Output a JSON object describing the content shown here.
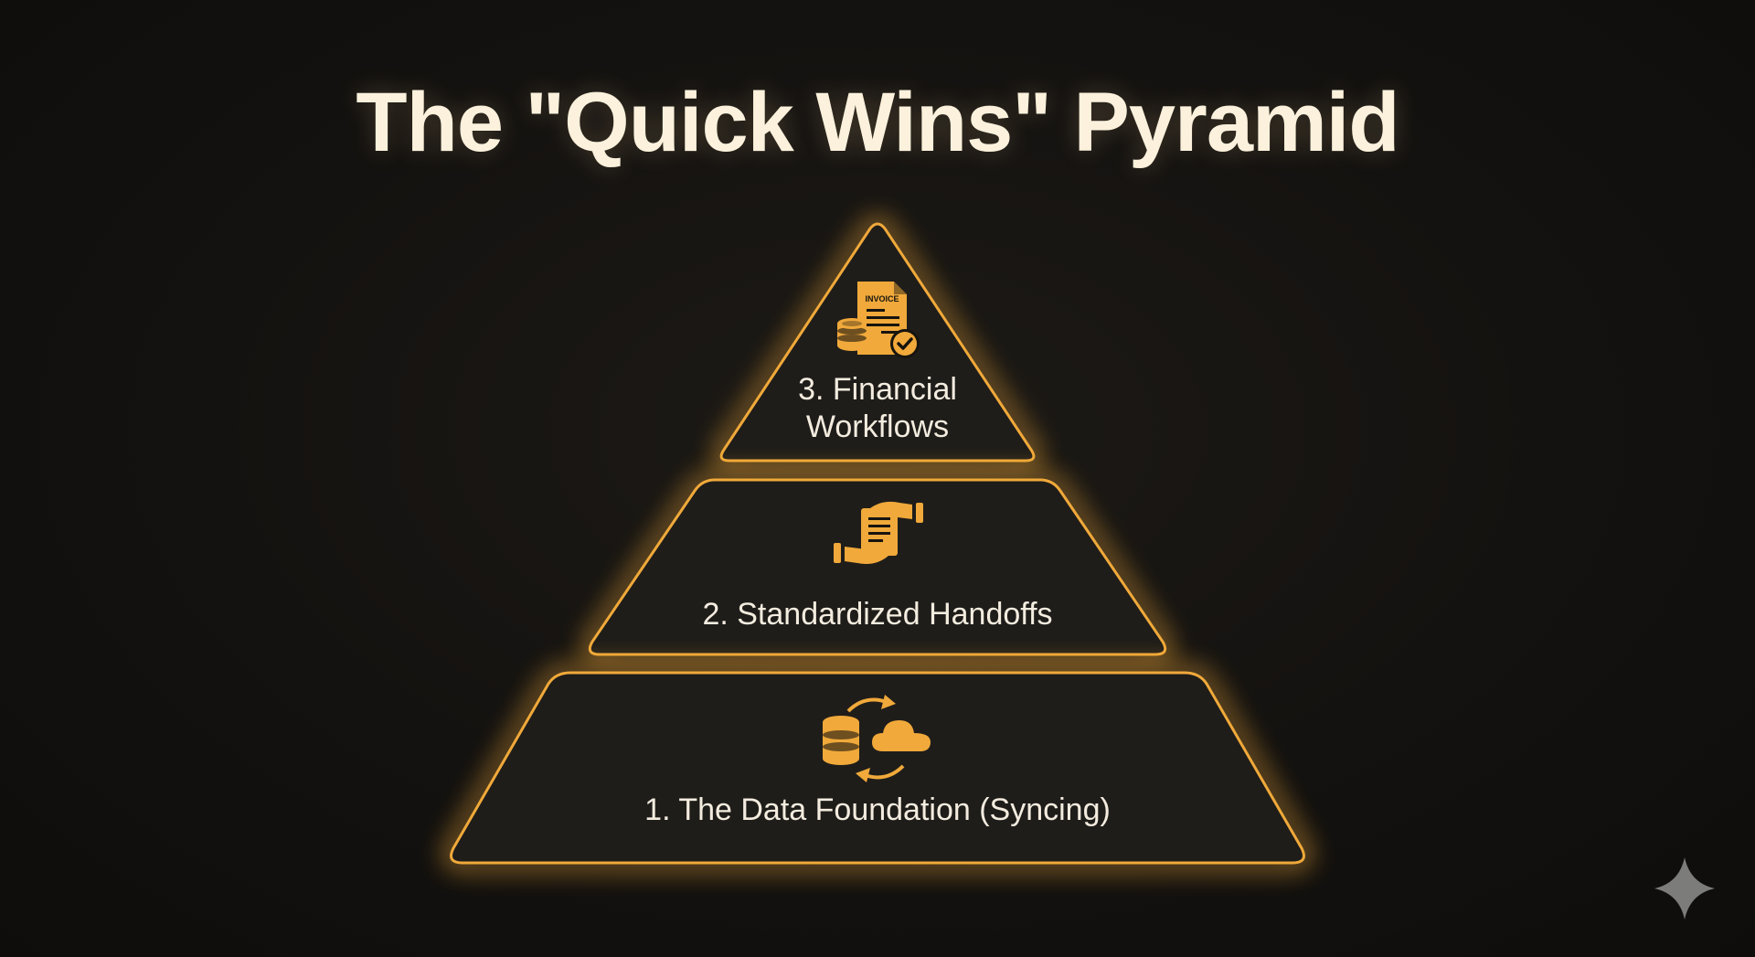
{
  "title": "The \"Quick Wins\" Pyramid",
  "accent_color": "#f0a93a",
  "background_color": "#141210",
  "tiers": [
    {
      "label_lines": [
        "3. Financial",
        "Workflows"
      ],
      "icon": "invoice-coins-check-icon",
      "icon_text": "INVOICE"
    },
    {
      "label_lines": [
        "2. Standardized Handoffs"
      ],
      "icon": "hands-passing-document-icon"
    },
    {
      "label_lines": [
        "1. The Data Foundation (Syncing)"
      ],
      "icon": "database-cloud-sync-icon"
    }
  ],
  "corner_icon": "sparkle-icon"
}
